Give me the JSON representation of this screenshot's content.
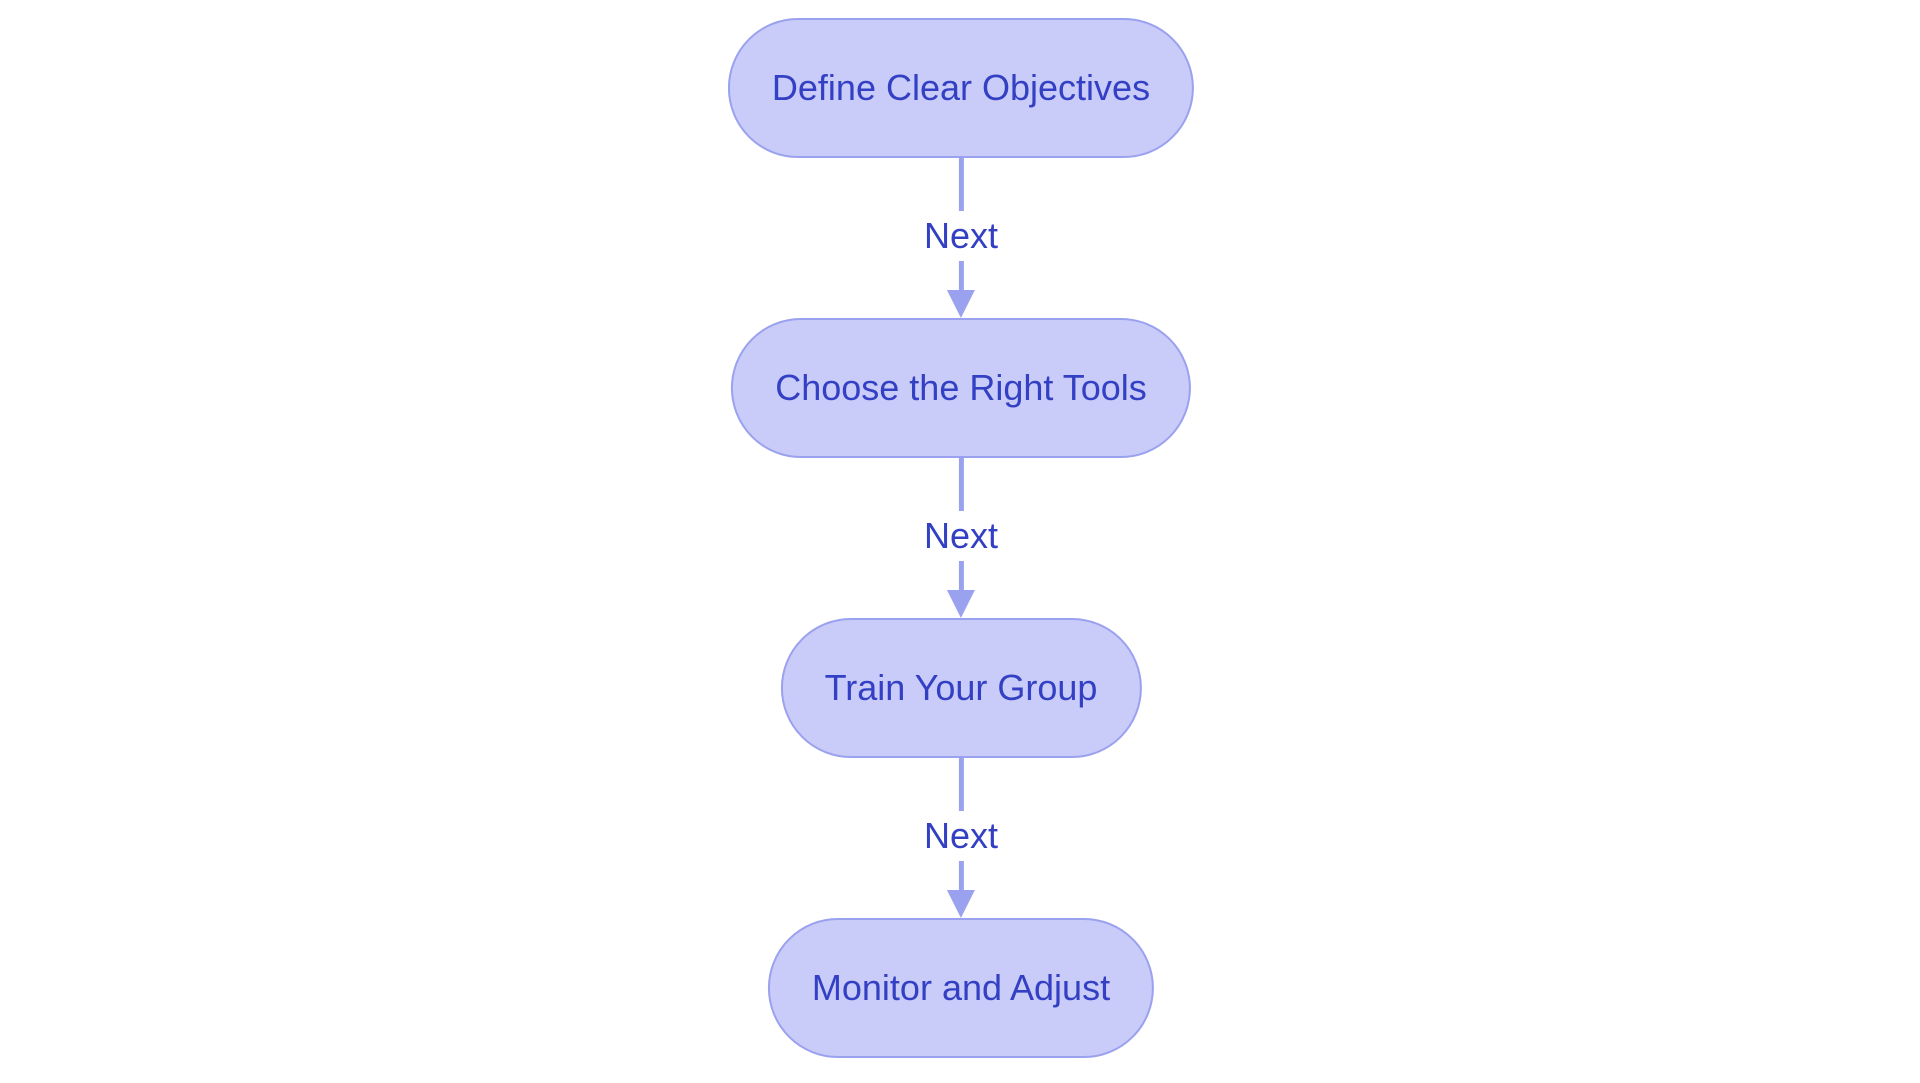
{
  "flowchart": {
    "direction": "top-down",
    "node_shape": "stadium",
    "nodes": [
      {
        "label": "Define Clear Objectives"
      },
      {
        "label": "Choose the Right Tools"
      },
      {
        "label": "Train Your Group"
      },
      {
        "label": "Monitor and Adjust"
      }
    ],
    "edges": [
      {
        "from": 0,
        "to": 1,
        "label": "Next"
      },
      {
        "from": 1,
        "to": 2,
        "label": "Next"
      },
      {
        "from": 2,
        "to": 3,
        "label": "Next"
      }
    ],
    "colors": {
      "background": "#ffffff",
      "node_fill": "#c9cbf8",
      "node_border": "#9aa2ef",
      "node_text": "#3340c4",
      "edge_line": "#9aa2f0",
      "edge_label_text": "#3340c4"
    }
  }
}
